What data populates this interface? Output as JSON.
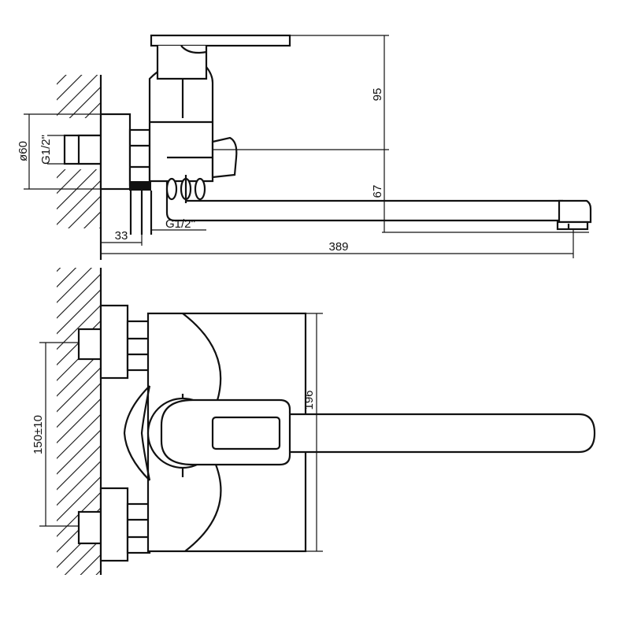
{
  "drawing": {
    "side_view": {
      "dimensions": {
        "lever_height": "95",
        "spout_height": "67",
        "overall_length": "389",
        "wall_offset": "33",
        "flange_diameter": "ø60",
        "inlet_thread": "G1/2\"",
        "outlet_thread": "G1/2''"
      }
    },
    "top_view": {
      "dimensions": {
        "body_height": "196",
        "inlet_spacing": "150±10"
      }
    },
    "colors": {
      "line": "#111111",
      "background": "#ffffff"
    }
  }
}
